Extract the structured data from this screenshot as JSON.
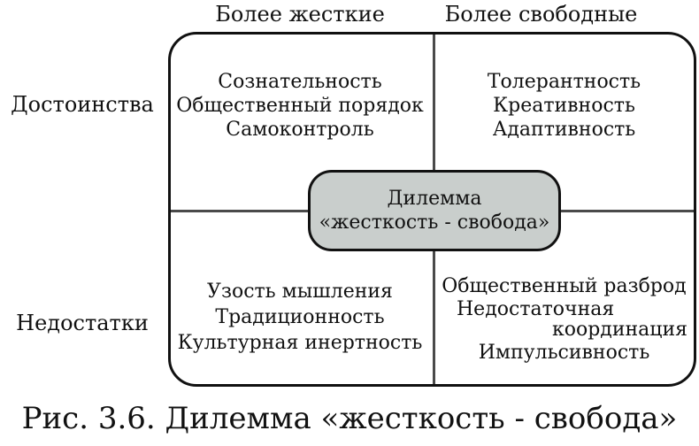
{
  "figure": {
    "caption": "Рис. 3.6. Дилемма «жесткость - свобода»"
  },
  "column_headers": {
    "left": "Более жесткие",
    "right": "Более свободные"
  },
  "row_labels": {
    "top": "Достоинства",
    "bottom": "Недостатки"
  },
  "quadrants": {
    "top_left": {
      "items": [
        "Сознательность",
        "Общественный порядок",
        "Самоконтроль"
      ]
    },
    "top_right": {
      "items": [
        "Толерантность",
        "Креативность",
        "Адаптивность"
      ]
    },
    "bottom_left": {
      "items": [
        "Узость мышления",
        "Традиционность",
        "Культурная инертность"
      ]
    },
    "bottom_right": {
      "lines": [
        "Общественный разброд",
        "Недостаточная",
        "координация",
        "Импульсивность"
      ]
    }
  },
  "center_box": {
    "line1": "Дилемма",
    "line2": "«жесткость - свобода»"
  },
  "colors": {
    "background": "#ffffff",
    "text": "#111111",
    "frame_border": "#111111",
    "divider": "#4a4a4a",
    "center_box_fill": "#c9cecc"
  }
}
